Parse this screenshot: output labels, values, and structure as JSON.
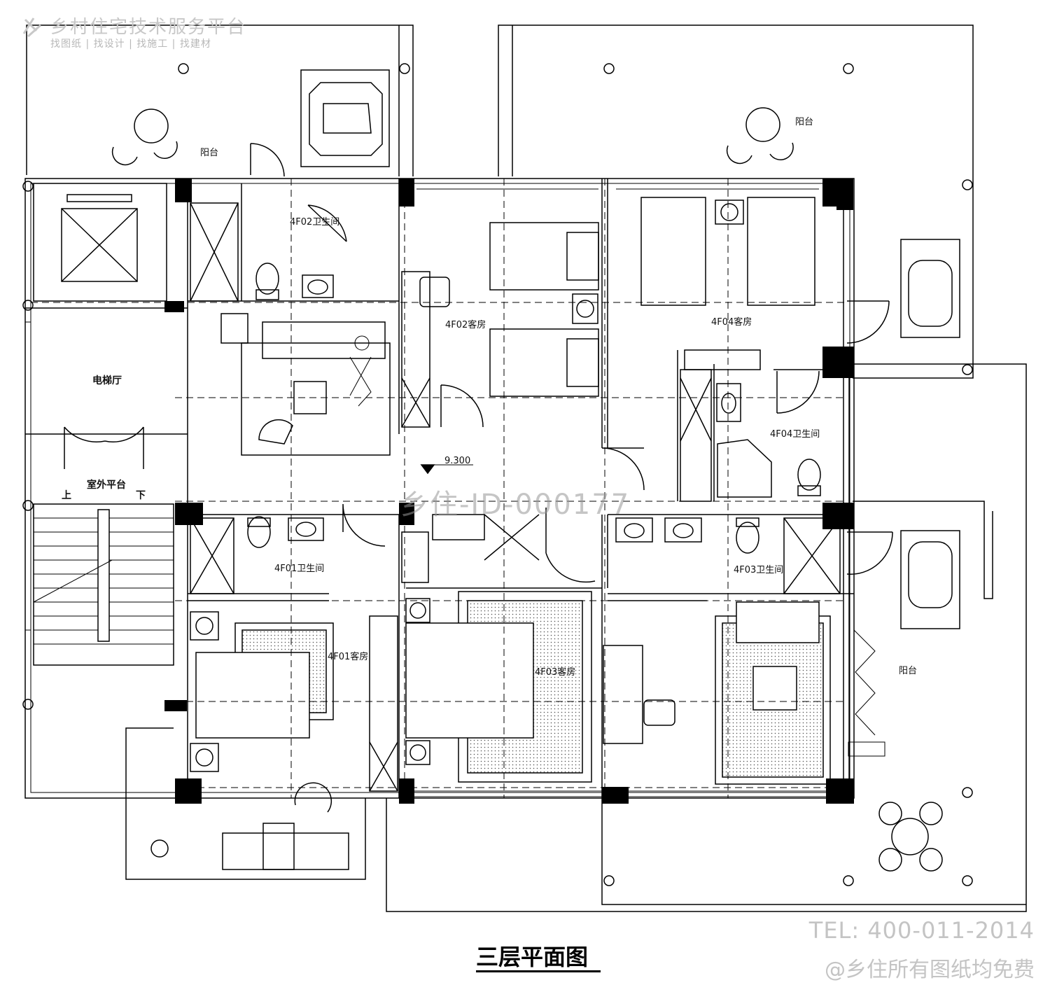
{
  "watermark": {
    "brand": "乡村住宅技术服务平台",
    "services": "找图纸 | 找设计 | 找施工 | 找建材",
    "drawing_id": "乡住-ID-000177",
    "tel": "TEL: 400-011-2014",
    "free_note": "@乡住所有图纸均免费"
  },
  "drawing": {
    "title": "三层平面图",
    "elevation": "9.300"
  },
  "rooms": {
    "balcony_nw": "阳台",
    "balcony_ne": "阳台",
    "balcony_e": "阳台",
    "bath_4f02": "4F02卫生间",
    "guest_4f02": "4F02客房",
    "guest_4f04": "4F04客房",
    "bath_4f04": "4F04卫生间",
    "elevator_hall": "电梯厅",
    "outdoor_platform": "室外平台",
    "stair_up": "上",
    "stair_down": "下",
    "bath_4f01": "4F01卫生间",
    "bath_4f03": "4F03卫生间",
    "guest_4f01": "4F01客房",
    "guest_4f03": "4F03客房"
  },
  "colors": {
    "line": "#000000",
    "watermark": "#c8c8c8"
  }
}
